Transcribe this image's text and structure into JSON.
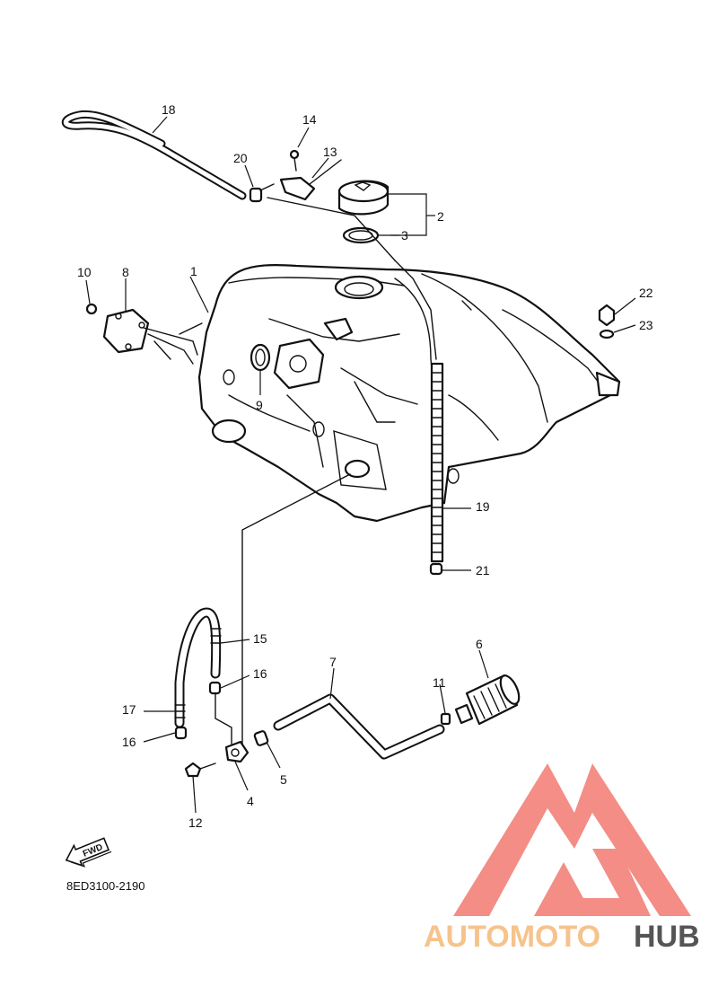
{
  "diagram": {
    "code": "8ED3100-2190",
    "fwd_label": "FWD",
    "callouts": [
      "1",
      "2",
      "3",
      "4",
      "5",
      "6",
      "7",
      "8",
      "9",
      "10",
      "11",
      "12",
      "13",
      "14",
      "15",
      "16",
      "16",
      "17",
      "18",
      "19",
      "20",
      "21",
      "22",
      "23"
    ]
  },
  "watermark": {
    "part1": "AUTOMOTO",
    "part2": "HUB",
    "color_primary": "#f27a72",
    "color_secondary": "#f6c38c",
    "color_text_dark": "#555555"
  }
}
